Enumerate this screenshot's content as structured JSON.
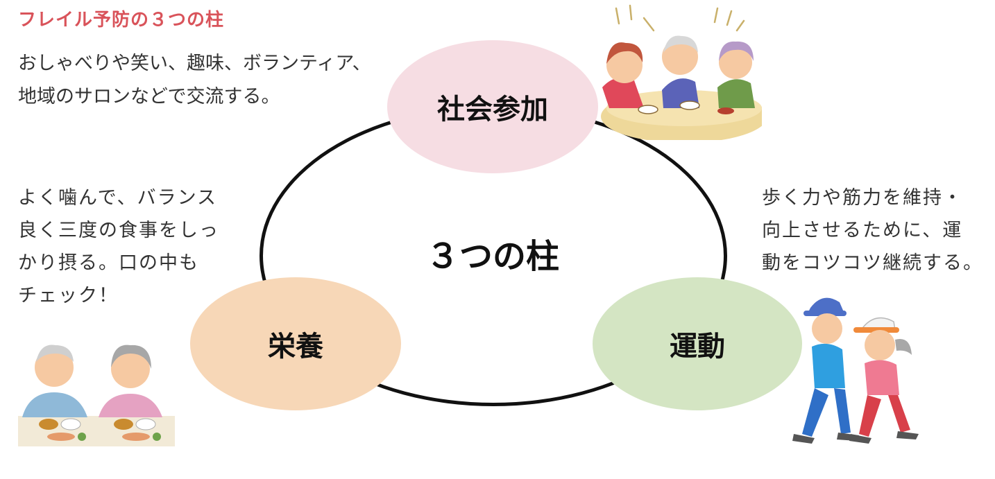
{
  "heading": "フレイル予防の３つの柱",
  "social": {
    "label": "社会参加",
    "lines": [
      "おしゃべりや笑い、趣味、ボランティア、",
      "地域のサロンなどで交流する。"
    ]
  },
  "center": {
    "label": "３つの柱"
  },
  "nutrition": {
    "label": "栄養",
    "lines": [
      "よく噛んで、バランス",
      "良く三度の食事をしっ",
      "かり摂る。口の中も",
      "チェック！"
    ]
  },
  "exercise": {
    "label": "運動",
    "lines": [
      "歩く力や筋力を維持・",
      "向上させるために、運",
      "動をコツコツ継続する。"
    ]
  },
  "colors": {
    "heading": "#d9535a",
    "social_bubble": "#f6dde3",
    "nutrition_bubble": "#f7d7b7",
    "exercise_bubble": "#d4e5c3",
    "ring": "#111111"
  },
  "illustrations": [
    "elderly-people-chatting-at-table",
    "elderly-couple-eating-meal",
    "elderly-couple-walking"
  ]
}
